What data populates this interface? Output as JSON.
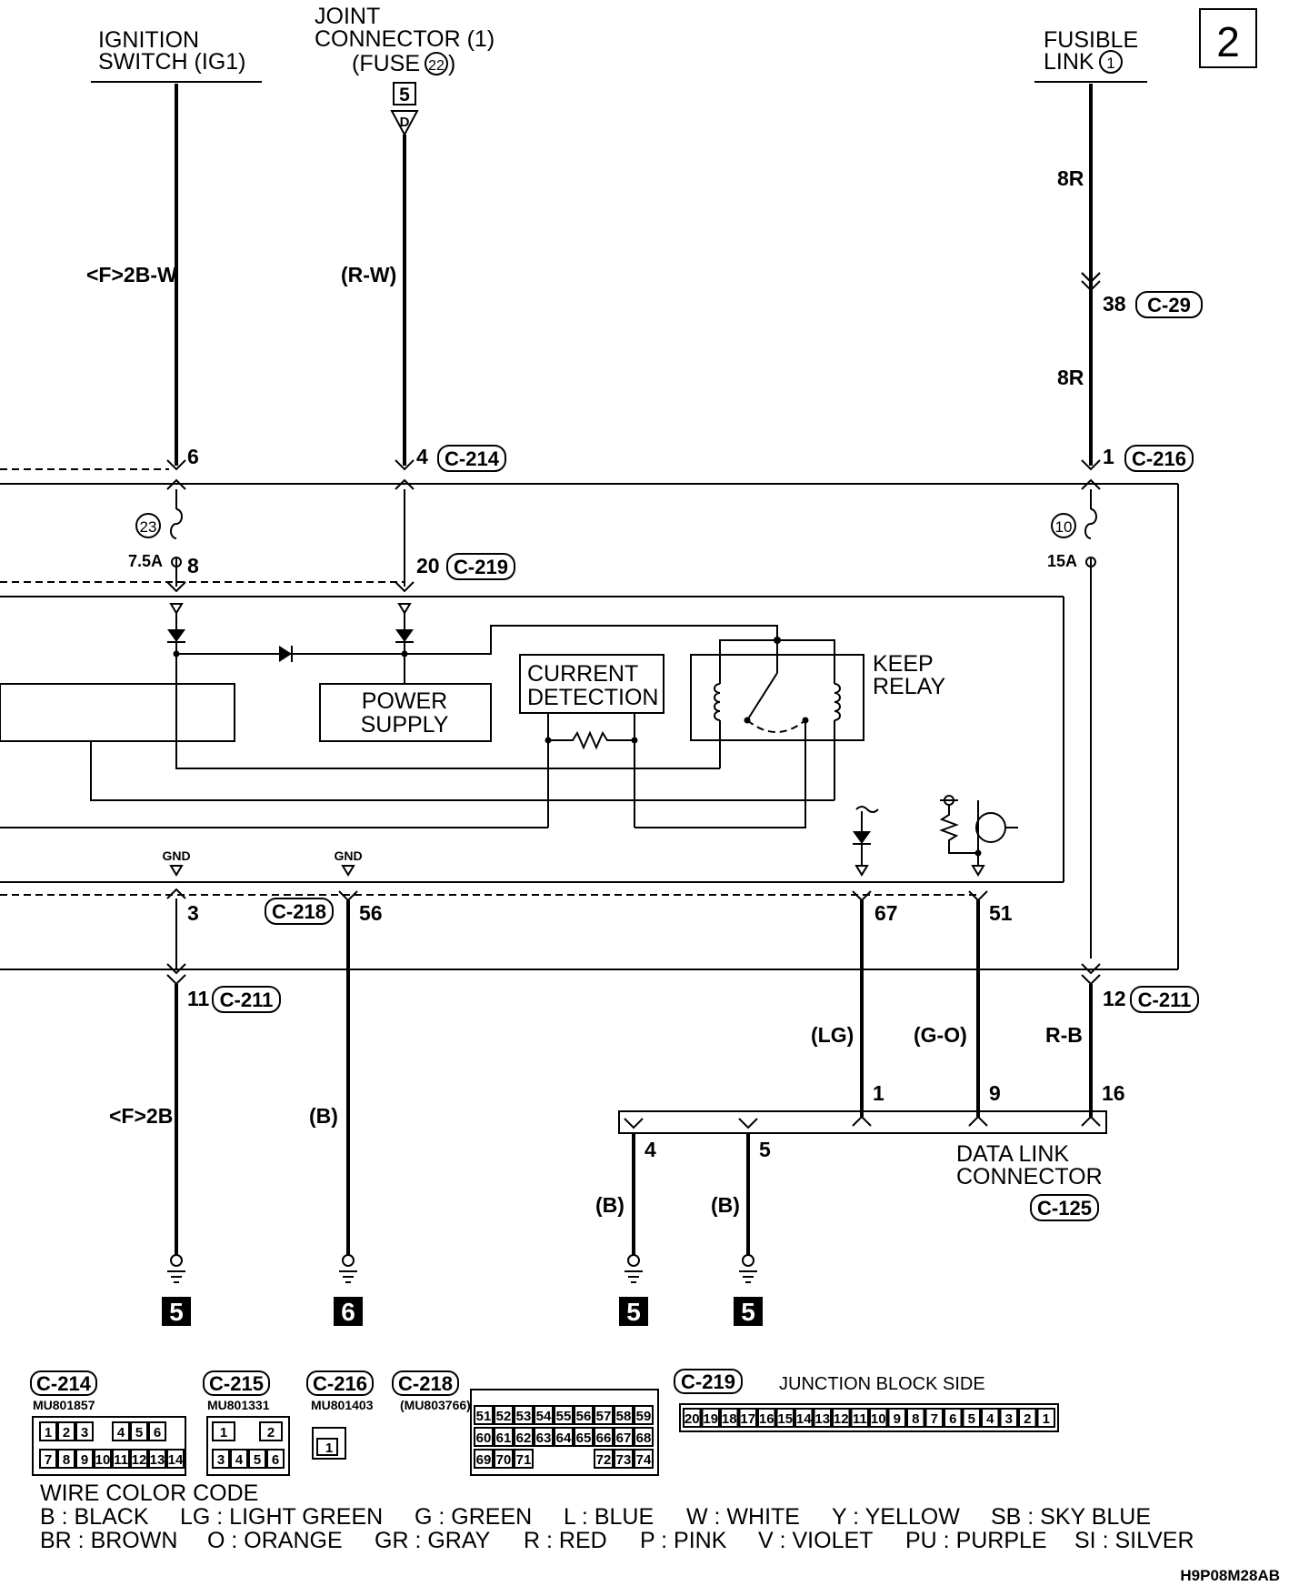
{
  "page_number": "2",
  "image_code": "H9P08M28AB",
  "sources": {
    "ignition": [
      "IGNITION",
      "SWITCH (IG1)"
    ],
    "joint": [
      "JOINT",
      "CONNECTOR (1)",
      "(FUSE"
    ],
    "joint_fuse_no": "22",
    "joint_connector_box": "5",
    "joint_connector_letter": "D",
    "fusible": [
      "FUSIBLE",
      "LINK"
    ],
    "fusible_no": "1"
  },
  "wires": {
    "ign_top": "<F>2B-W",
    "joint_top": "(R-W)",
    "fusible_top_1": "8R",
    "fusible_top_2": "8R",
    "ign_bottom": "<F>2B",
    "gnd56_bottom": "(B)",
    "dlc_1": "(LG)",
    "dlc_9": "(G-O)",
    "dlc_16": "R-B",
    "dlc_4": "(B)",
    "dlc_5": "(B)"
  },
  "pins": {
    "p38": "38",
    "p6": "6",
    "p4": "4",
    "p1": "1",
    "p8": "8",
    "p20": "20",
    "p3": "3",
    "p56": "56",
    "p67": "67",
    "p51": "51",
    "p11": "11",
    "p12": "12",
    "dlc1": "1",
    "dlc9": "9",
    "dlc16": "16",
    "dlc4": "4",
    "dlc5": "5"
  },
  "connectors": {
    "c29": "C-29",
    "c214": "C-214",
    "c216": "C-216",
    "c219": "C-219",
    "c218": "C-218",
    "c211a": "C-211",
    "c211b": "C-211",
    "c125": "C-125"
  },
  "fuses": {
    "f23": {
      "no": "23",
      "rating": "7.5A"
    },
    "f10": {
      "no": "10",
      "rating": "15A"
    }
  },
  "blocks": {
    "power_supply": [
      "POWER",
      "SUPPLY"
    ],
    "current_detection": [
      "CURRENT",
      "DETECTION"
    ],
    "keep_relay": [
      "KEEP",
      "RELAY"
    ],
    "gnd": "GND",
    "data_link": [
      "DATA LINK",
      "CONNECTOR"
    ]
  },
  "grounds": [
    "5",
    "6",
    "5",
    "5"
  ],
  "connector_views": {
    "c214": {
      "name": "C-214",
      "part": "MU801857",
      "row1": [
        "1",
        "2",
        "3",
        "",
        "4",
        "5",
        "6"
      ],
      "row2": [
        "7",
        "8",
        "9",
        "10",
        "11",
        "12",
        "13",
        "14"
      ]
    },
    "c215": {
      "name": "C-215",
      "part": "MU801331",
      "row1": [
        "1",
        "",
        "2"
      ],
      "row2": [
        "3",
        "4",
        "5",
        "6"
      ]
    },
    "c216": {
      "name": "C-216",
      "part": "MU801403",
      "row1": [
        "1"
      ]
    },
    "c218": {
      "name": "C-218",
      "part": "(MU803766)",
      "row1": [
        "51",
        "52",
        "53",
        "54",
        "55",
        "56",
        "57",
        "58",
        "59"
      ],
      "row2": [
        "60",
        "61",
        "62",
        "63",
        "64",
        "65",
        "66",
        "67",
        "68"
      ],
      "row3": [
        "69",
        "70",
        "71",
        "72",
        "73",
        "74"
      ]
    },
    "c219": {
      "name": "C-219",
      "side": "JUNCTION BLOCK SIDE",
      "row1": [
        "20",
        "19",
        "18",
        "17",
        "16",
        "15",
        "14",
        "13",
        "12",
        "11",
        "10",
        "9",
        "8",
        "7",
        "6",
        "5",
        "4",
        "3",
        "2",
        "1"
      ]
    }
  },
  "wire_color_code": {
    "title": "WIRE COLOR CODE",
    "row1": [
      "B : BLACK",
      "LG : LIGHT GREEN",
      "G : GREEN",
      "L : BLUE",
      "W : WHITE",
      "Y : YELLOW",
      "SB : SKY BLUE"
    ],
    "row2": [
      "BR : BROWN",
      "O : ORANGE",
      "GR : GRAY",
      "R : RED",
      "P : PINK",
      "V : VIOLET",
      "PU : PURPLE",
      "SI : SILVER"
    ]
  },
  "colors": {
    "ink": "#000000",
    "paper": "#ffffff"
  }
}
